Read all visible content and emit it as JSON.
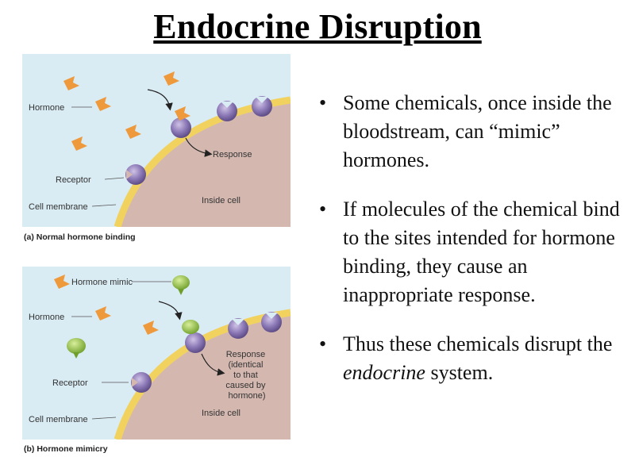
{
  "title": "Endocrine Disruption",
  "panel_a": {
    "labels": {
      "hormone": "Hormone",
      "receptor": "Receptor",
      "cell_membrane": "Cell membrane",
      "inside_cell": "Inside cell",
      "response": "Response"
    },
    "caption": "(a) Normal hormone binding"
  },
  "panel_b": {
    "labels": {
      "hormone_mimic": "Hormone mimic",
      "hormone": "Hormone",
      "receptor": "Receptor",
      "cell_membrane": "Cell membrane",
      "inside_cell": "Inside cell",
      "response_lines": [
        "Response",
        "(identical",
        "to that",
        "caused by",
        "hormone)"
      ]
    },
    "caption": "(b) Hormone mimicry"
  },
  "bullets": [
    {
      "text": "Some chemicals, once inside the bloodstream, can “mimic” hormones."
    },
    {
      "text": "If molecules of the chemical bind to the sites intended for hormone binding, they cause an inappropriate response."
    },
    {
      "pre": "Thus these chemicals disrupt the ",
      "em": "endocrine",
      "post": " system."
    }
  ],
  "bullet_symbol": "•",
  "colors": {
    "panel_bg": "#d9ebf3",
    "cell_inside": "#d4b8b0",
    "membrane": "#f2d25f",
    "receptor": "#7f6aa8",
    "hormone": "#ee9a3c",
    "mimic": "#8ab83c"
  }
}
